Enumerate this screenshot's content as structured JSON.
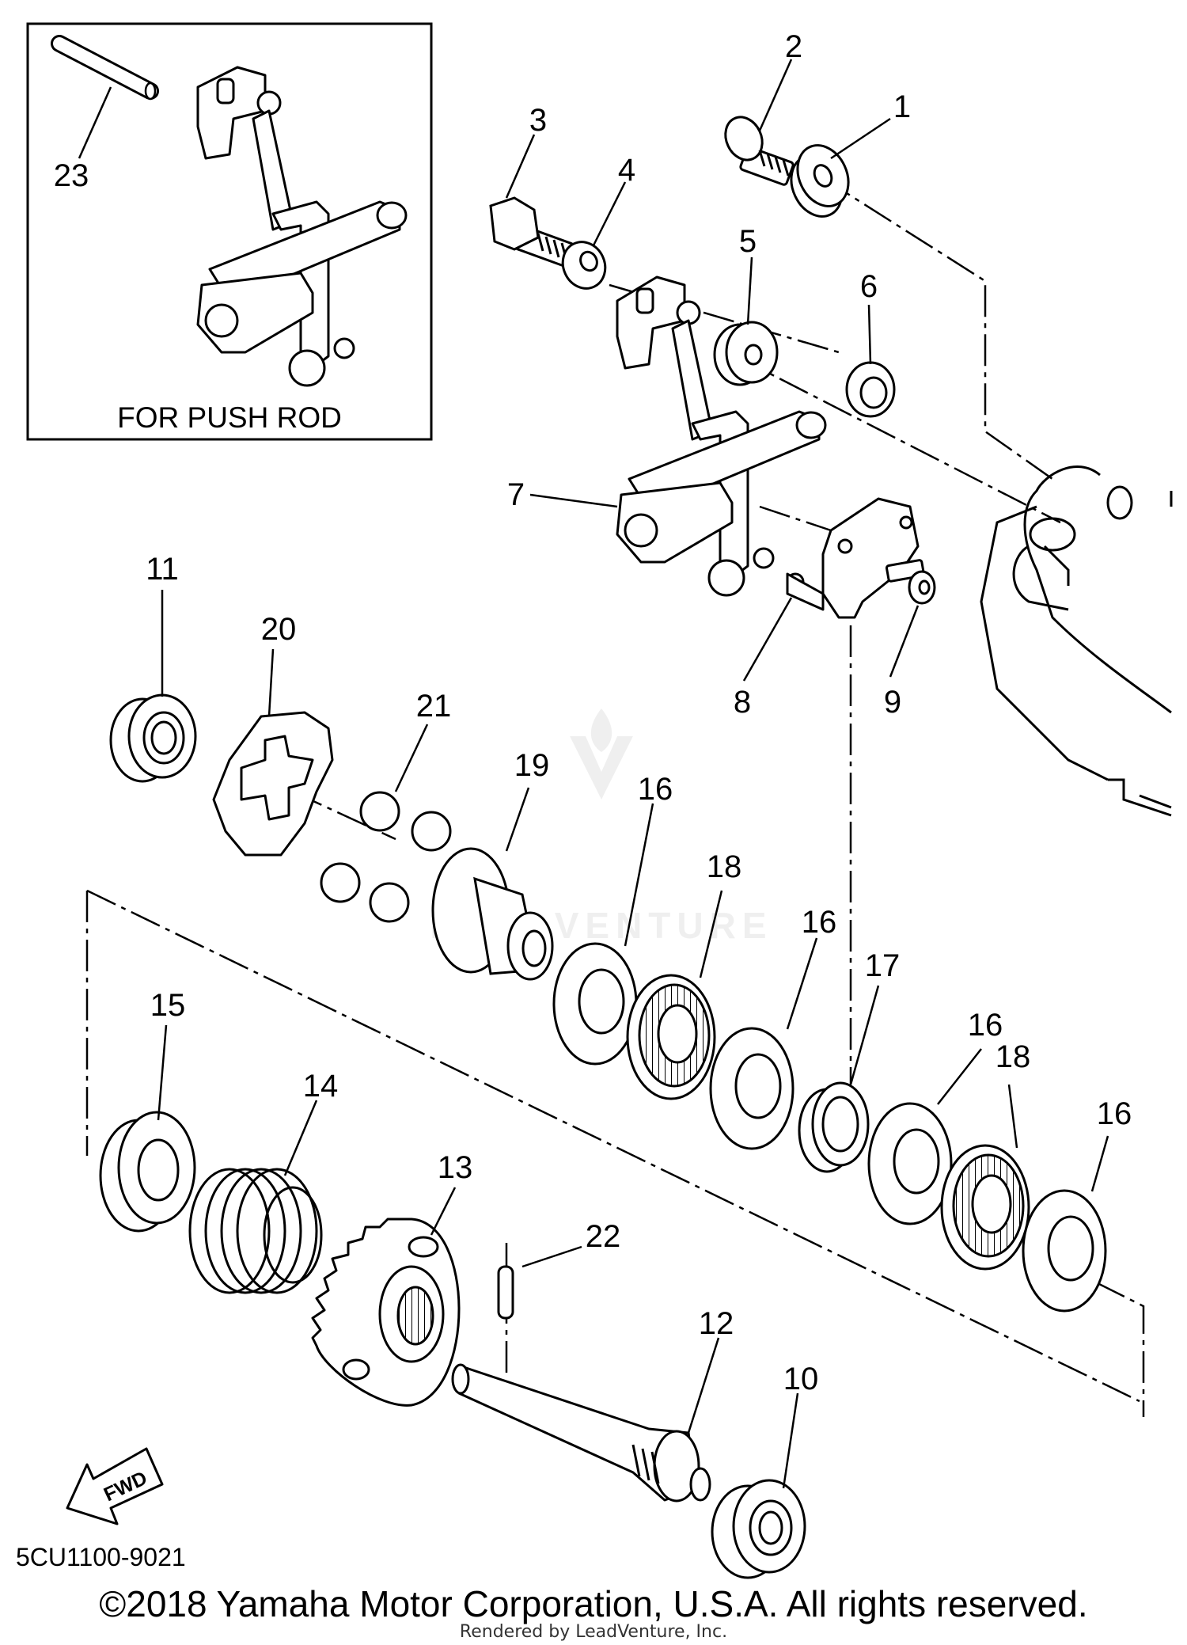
{
  "inset": {
    "label": "FOR PUSH ROD",
    "part_number": "23"
  },
  "callouts": [
    "1",
    "2",
    "3",
    "4",
    "5",
    "6",
    "7",
    "8",
    "9",
    "10",
    "11",
    "12",
    "13",
    "14",
    "15",
    "16",
    "16",
    "16",
    "16",
    "17",
    "18",
    "18",
    "19",
    "20",
    "21",
    "22"
  ],
  "fwd_label": "FWD",
  "diagram_code": "5CU1100-9021",
  "watermark": "LEADVENTURE",
  "footer": {
    "copyright": "©2018 Yamaha Motor Corporation, U.S.A. All rights reserved.",
    "rendered_by": "Rendered by LeadVenture, Inc."
  }
}
